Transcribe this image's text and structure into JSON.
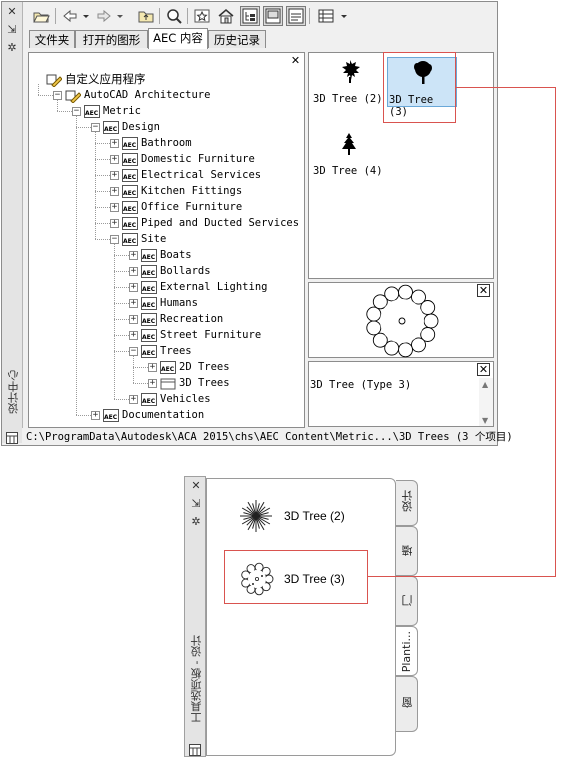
{
  "design_center": {
    "tabs": [
      "文件夹",
      "打开的图形",
      "AEC 内容",
      "历史记录"
    ],
    "active_tab": 2,
    "side_title": "设计中心",
    "tree": [
      {
        "label": "自定义应用程序",
        "level": 0,
        "icon": "app-icon",
        "expander": ""
      },
      {
        "label": "AutoCAD Architecture",
        "level": 1,
        "icon": "app-icon",
        "expander": "-"
      },
      {
        "label": "Metric",
        "level": 2,
        "icon": "aec-folder-icon",
        "expander": "-"
      },
      {
        "label": "Design",
        "level": 3,
        "icon": "aec-folder-icon",
        "expander": "-"
      },
      {
        "label": "Bathroom",
        "level": 4,
        "icon": "aec-folder-icon",
        "expander": "+"
      },
      {
        "label": "Domestic Furniture",
        "level": 4,
        "icon": "aec-folder-icon",
        "expander": "+"
      },
      {
        "label": "Electrical Services",
        "level": 4,
        "icon": "aec-folder-icon",
        "expander": "+"
      },
      {
        "label": "Kitchen Fittings",
        "level": 4,
        "icon": "aec-folder-icon",
        "expander": "+"
      },
      {
        "label": "Office Furniture",
        "level": 4,
        "icon": "aec-folder-icon",
        "expander": "+"
      },
      {
        "label": "Piped and Ducted Services",
        "level": 4,
        "icon": "aec-folder-icon",
        "expander": "+"
      },
      {
        "label": "Site",
        "level": 4,
        "icon": "aec-folder-icon",
        "expander": "-"
      },
      {
        "label": "Boats",
        "level": 5,
        "icon": "aec-folder-icon",
        "expander": "+"
      },
      {
        "label": "Bollards",
        "level": 5,
        "icon": "aec-folder-icon",
        "expander": "+"
      },
      {
        "label": "External Lighting",
        "level": 5,
        "icon": "aec-folder-icon",
        "expander": "+"
      },
      {
        "label": "Humans",
        "level": 5,
        "icon": "aec-folder-icon",
        "expander": "+"
      },
      {
        "label": "Recreation",
        "level": 5,
        "icon": "aec-folder-icon",
        "expander": "+"
      },
      {
        "label": "Street Furniture",
        "level": 5,
        "icon": "aec-folder-icon",
        "expander": "+"
      },
      {
        "label": "Trees",
        "level": 5,
        "icon": "aec-folder-icon",
        "expander": "-"
      },
      {
        "label": "2D Trees",
        "level": 6,
        "icon": "aec-folder-icon",
        "expander": "+"
      },
      {
        "label": "3D Trees",
        "level": 6,
        "icon": "folder-icon",
        "expander": "+"
      },
      {
        "label": "Vehicles",
        "level": 5,
        "icon": "aec-folder-icon",
        "expander": "+"
      },
      {
        "label": "Documentation",
        "level": 3,
        "icon": "aec-folder-icon",
        "expander": "+"
      }
    ],
    "content_items": [
      {
        "label": "3D Tree (2)",
        "icon": "tree-2-icon",
        "selected": false
      },
      {
        "label": "3D Tree (3)",
        "icon": "tree-3-icon",
        "selected": true
      },
      {
        "label": "3D Tree (4)",
        "icon": "tree-4-icon",
        "selected": false
      }
    ],
    "description": "3D Tree (Type 3)",
    "status_path": "C:\\ProgramData\\Autodesk\\ACA 2015\\chs\\AEC Content\\Metric...\\3D Trees (3 个项目)"
  },
  "tool_palette": {
    "side_title": "工具选项板 - 设计",
    "items": [
      {
        "label": "3D Tree (2)",
        "icon": "tree-starburst-icon"
      },
      {
        "label": "3D Tree (3)",
        "icon": "tree-canopy-icon"
      }
    ],
    "tabs": [
      "设计",
      "墙",
      "门",
      "Planti...",
      "窗"
    ],
    "active_tab": 3
  },
  "colors": {
    "callout": "#d9534f",
    "selection": "#cce4f7",
    "selection_border": "#6aa8d8"
  }
}
